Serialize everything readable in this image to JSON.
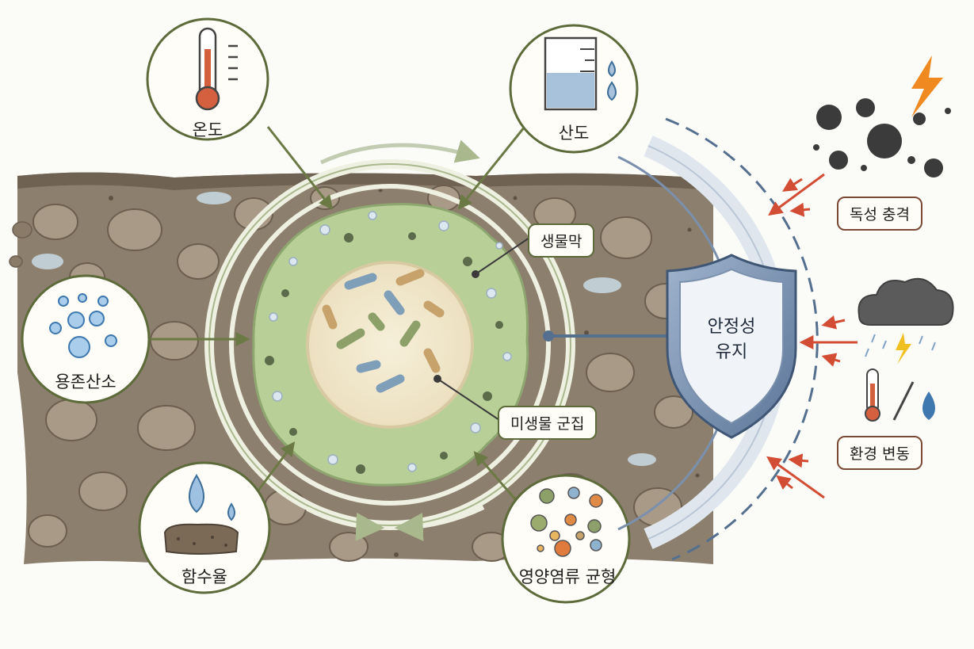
{
  "factors": {
    "temperature": "온도",
    "acidity": "산도",
    "dissolved_oxygen": "용존산소",
    "moisture": "함수율",
    "nutrients": "영양염류 균형"
  },
  "layers": {
    "biofilm": "생물막",
    "microbial_community": "미생물 군집"
  },
  "shield": {
    "line1": "안정성",
    "line2": "유지"
  },
  "threats": {
    "toxic_shock": "독성 충격",
    "environmental_change": "환경 변동"
  },
  "colors": {
    "soil": "#8d7f6d",
    "biofilm": "#b9cf98",
    "core": "#f1e8cf",
    "factor_ring": "#5d6b3b",
    "shield": "#6f87a8",
    "threat_arrow": "#d24d33"
  }
}
